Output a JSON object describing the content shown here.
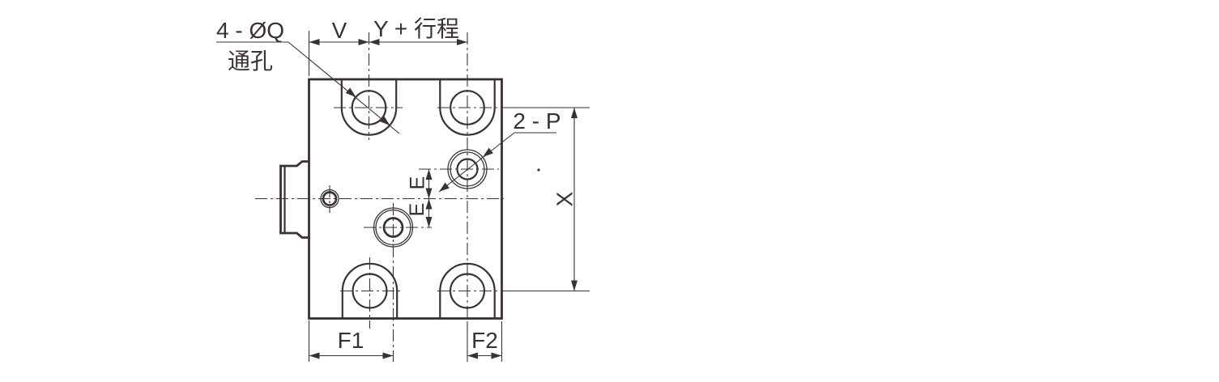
{
  "canvas": {
    "background": "#ffffff",
    "line_color": "#3a3230"
  },
  "drawing": {
    "type": "engineering-dimension-drawing",
    "view": "manifold-block-front-view",
    "labels": {
      "hole_callout_line1": "4 - ØQ",
      "hole_callout_line2": "通孔",
      "dim_v": "V",
      "dim_y_stroke": "Y + 行程",
      "port_callout": "2 - P",
      "dim_e_upper": "E",
      "dim_e_lower": "E",
      "dim_x": "X",
      "dim_f1": "F1",
      "dim_f2": "F2"
    }
  }
}
